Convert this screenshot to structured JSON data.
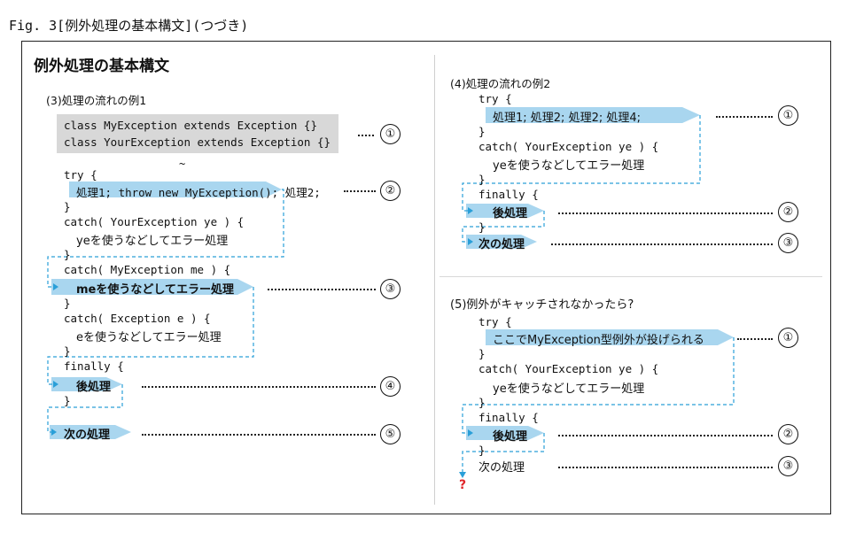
{
  "figure_title": "Fig. 3[例外処理の基本構文](つづき)",
  "main_title": "例外処理の基本構文",
  "left": {
    "section_title": "(3)処理の流れの例1",
    "class_line1": "class MyException extends Exception {}",
    "class_line2": "class YourException extends Exception {}",
    "tilde": "~",
    "try_open": "try {",
    "try_body": "処理1; throw new MyException(); 処理2;",
    "close1": "}",
    "catch1": "catch( YourException ye ) {",
    "catch1_body": "yeを使うなどしてエラー処理",
    "close2": "}",
    "catch2": "catch( MyException me ) {",
    "catch2_body": "meを使うなどしてエラー処理",
    "close3": "}",
    "catch3": "catch( Exception e ) {",
    "catch3_body": "eを使うなどしてエラー処理",
    "close4": "}",
    "finally_open": "finally {",
    "finally_body": "後処理",
    "close5": "}",
    "next": "次の処理",
    "markers": [
      "①",
      "②",
      "③",
      "④",
      "⑤"
    ]
  },
  "right_top": {
    "section_title": "(4)処理の流れの例2",
    "try_open": "try {",
    "try_body": "処理1; 処理2; 処理2; 処理4;",
    "close1": "}",
    "catch1": "catch( YourException ye ) {",
    "catch1_body": "yeを使うなどしてエラー処理",
    "close2": "}",
    "finally_open": "finally {",
    "finally_body": "後処理",
    "close3": "}",
    "next": "次の処理",
    "markers": [
      "①",
      "②",
      "③"
    ]
  },
  "right_bottom": {
    "section_title": "(5)例外がキャッチされなかったら?",
    "try_open": "try {",
    "try_body": "ここでMyException型例外が投げられる",
    "close1": "}",
    "catch1": "catch( YourException ye ) {",
    "catch1_body": "yeを使うなどしてエラー処理",
    "close2": "}",
    "finally_open": "finally {",
    "finally_body": "後処理",
    "close3": "}",
    "next": "次の処理",
    "question": "?",
    "markers": [
      "①",
      "②",
      "③"
    ]
  },
  "colors": {
    "flow_arrow": "#a9d6ef",
    "flow_line": "#2a9fd8",
    "code_box": "#d8d8d8",
    "question": "#e0262a"
  }
}
